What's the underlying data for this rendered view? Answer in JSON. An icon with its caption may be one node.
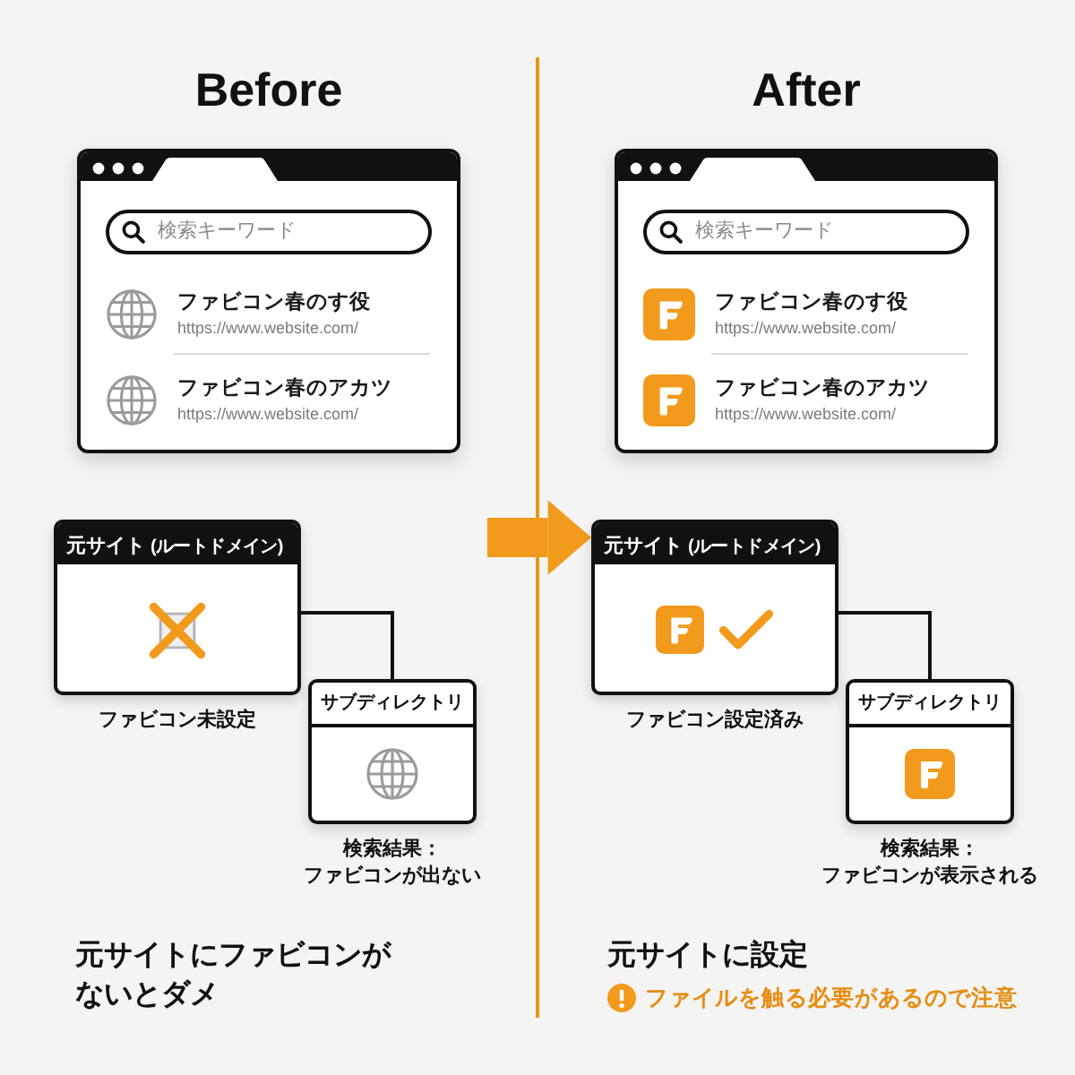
{
  "diagram": {
    "nodes": [
      {
        "text": [
          "ファビコン春のす役",
          "https://www.website.com/",
          "ファビコン春のアカツ",
          "https://www.website.com/"
        ]
      },
      {
        "text": [
          "検索キーワード"
        ],
        "in": 0
      },
      {
        "text": [
          "元サイト",
          "(ルートドメイン)"
        ],
        "beside": [
          "ファビコン未設定"
        ]
      },
      {
        "text": [
          "サブディレクトリ"
        ],
        "beside": [
          "検索結果：",
          "ファビコンが出ない"
        ]
      },
      {
        "text": [
          "ファビコン春のす役",
          "https://www.website.com/",
          "ファビコン春のアカツ",
          "https://www.website.com/"
        ]
      },
      {
        "text": [
          "検索キーワード"
        ],
        "in": 4
      },
      {
        "text": [
          "元サイト",
          "(ルートドメイン)"
        ],
        "beside": [
          "ファビコン設定済み"
        ]
      },
      {
        "text": [
          "サブディレクトリ"
        ],
        "beside": [
          "検索結果：",
          "ファビコンが表示される"
        ]
      }
    ],
    "edges": [
      {
        "from": 2,
        "to": 3,
        "arrow": "none"
      },
      {
        "from": 6,
        "to": 7,
        "arrow": "none"
      },
      {
        "from": null,
        "to": 6,
        "arrow": "to",
        "style": "thick",
        "color": "#f29a1c"
      }
    ],
    "labels": [
      "Before",
      "After",
      "元サイトにファビコンがないとダメ",
      "元サイトに設定",
      "ファイルを触る必要があるので注意"
    ]
  }
}
